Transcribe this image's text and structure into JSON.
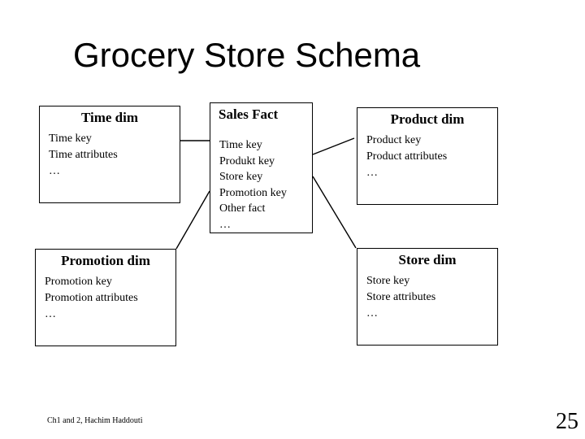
{
  "slide": {
    "title": "Grocery Store Schema",
    "footer": "Ch1 and 2, Hachim Haddouti",
    "page_number": "25"
  },
  "diagram": {
    "nodes": {
      "time_dim": {
        "title": "Time dim",
        "fields": [
          "Time key",
          "Time attributes",
          "…"
        ]
      },
      "sales_fact": {
        "title": "Sales Fact",
        "fields": [
          "Time key",
          "Produkt key",
          "Store key",
          "Promotion key",
          "Other fact",
          "…"
        ]
      },
      "product_dim": {
        "title": "Product dim",
        "fields": [
          "Product key",
          "Product attributes",
          "…"
        ]
      },
      "promotion_dim": {
        "title": "Promotion dim",
        "fields": [
          "Promotion key",
          "Promotion attributes",
          "…"
        ]
      },
      "store_dim": {
        "title": "Store dim",
        "fields": [
          "Store key",
          "Store attributes",
          "…"
        ]
      }
    },
    "edges": [
      {
        "from": "time_dim",
        "to": "sales_fact"
      },
      {
        "from": "sales_fact",
        "to": "product_dim"
      },
      {
        "from": "sales_fact",
        "to": "promotion_dim"
      },
      {
        "from": "sales_fact",
        "to": "store_dim"
      }
    ]
  },
  "colors": {
    "background": "#ffffff",
    "text": "#000000",
    "box_border": "#000000",
    "connector": "#000000"
  }
}
